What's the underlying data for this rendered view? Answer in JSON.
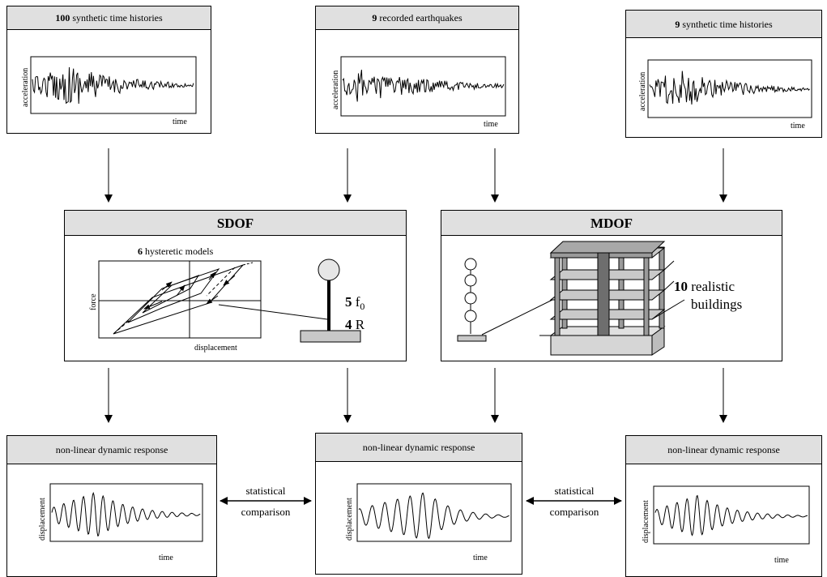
{
  "inputs": {
    "left": {
      "count": "100",
      "rest": " synthetic time histories"
    },
    "middle": {
      "count": "9",
      "rest": " recorded earthquakes"
    },
    "right": {
      "count": "9",
      "rest": " synthetic time histories"
    },
    "y_label": "acceleration",
    "x_label": "time"
  },
  "sdof": {
    "title": "SDOF",
    "hysteretic_count": "6",
    "hysteretic_rest": " hysteretic models",
    "force_label": "force",
    "displacement_label": "displacement",
    "f0_count": "5",
    "f0_label": "f",
    "f0_sub": "0",
    "r_count": "4",
    "r_label": "R"
  },
  "mdof": {
    "title": "MDOF",
    "buildings_count": "10",
    "buildings_line1": " realistic",
    "buildings_line2": "buildings"
  },
  "outputs": {
    "title": "non-linear dynamic response",
    "y_label": "displacement",
    "x_label": "time"
  },
  "comparison": {
    "line1": "statistical",
    "line2": "comparison"
  }
}
